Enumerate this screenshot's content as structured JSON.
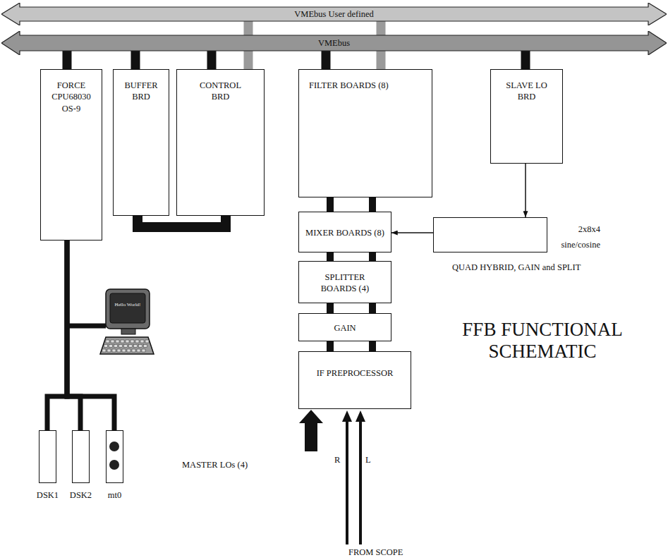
{
  "diagram": {
    "title": "FFB FUNCTIONAL SCHEMATIC",
    "nodes": [
      {
        "text": [
          "VMEbus User defined"
        ]
      },
      {
        "text": [
          "VMEbus"
        ]
      },
      {
        "text": [
          "FORCE CPU68030 OS-9"
        ]
      },
      {
        "text": [
          "BUFFER BRD"
        ]
      },
      {
        "text": [
          "CONTROL BRD"
        ]
      },
      {
        "text": [
          "FILTER BOARDS (8)"
        ]
      },
      {
        "text": [
          "SLAVE LO BRD"
        ]
      },
      {
        "text": [
          "2x8x4 sine/cosine",
          "QUAD HYBRID, GAIN and SPLIT"
        ]
      },
      {
        "text": [
          "MIXER BOARDS (8)"
        ]
      },
      {
        "text": [
          "SPLITTER BOARDS (4)"
        ]
      },
      {
        "text": [
          "GAIN"
        ]
      },
      {
        "text": [
          "IF PREPROCESSOR"
        ]
      },
      {
        "text": [
          "DSK1"
        ]
      },
      {
        "text": [
          "DSK2"
        ]
      },
      {
        "text": [
          "mt0"
        ]
      }
    ],
    "edges": [
      {
        "from": 2,
        "to": 1,
        "arrow": "none"
      },
      {
        "from": 3,
        "to": 1,
        "arrow": "none"
      },
      {
        "from": 4,
        "to": 1,
        "arrow": "none"
      },
      {
        "from": 4,
        "to": 0,
        "arrow": "none"
      },
      {
        "from": 5,
        "to": 1,
        "arrow": "none"
      },
      {
        "from": 5,
        "to": 0,
        "arrow": "none"
      },
      {
        "from": 6,
        "to": 1,
        "arrow": "none"
      },
      {
        "from": 3,
        "to": 4,
        "arrow": "none"
      },
      {
        "from": 5,
        "to": 8,
        "arrow": "none"
      },
      {
        "from": 5,
        "to": 8,
        "arrow": "none"
      },
      {
        "from": 8,
        "to": 9,
        "arrow": "none"
      },
      {
        "from": 8,
        "to": 9,
        "arrow": "none"
      },
      {
        "from": 9,
        "to": 10,
        "arrow": "none"
      },
      {
        "from": 9,
        "to": 10,
        "arrow": "none"
      },
      {
        "from": 10,
        "to": 11,
        "arrow": "none"
      },
      {
        "from": 10,
        "to": 11,
        "arrow": "none"
      },
      {
        "from": 6,
        "to": 7,
        "arrow": "to"
      },
      {
        "from": 7,
        "to": 8,
        "arrow": "to"
      },
      {
        "from": 2,
        "to": 12,
        "arrow": "none"
      },
      {
        "from": 2,
        "to": 13,
        "arrow": "none"
      },
      {
        "from": 2,
        "to": 14,
        "arrow": "none"
      }
    ],
    "labels": [
      "Hello World!",
      "MASTER LOs (4)",
      "R",
      "L",
      "FROM SCOPE"
    ]
  }
}
